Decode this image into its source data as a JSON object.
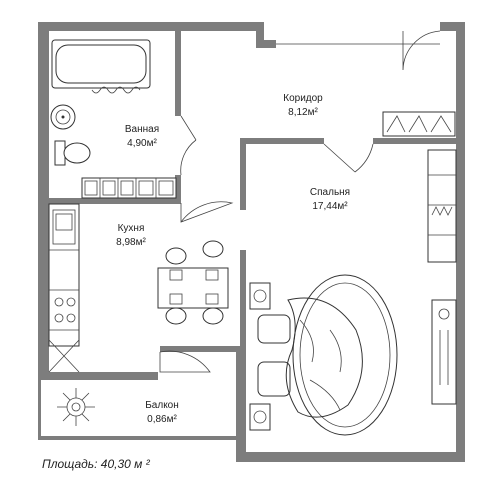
{
  "rooms": {
    "bath": {
      "name": "Ванная",
      "area": "4,90м²"
    },
    "corridor": {
      "name": "Коридор",
      "area": "8,12м²"
    },
    "bedroom": {
      "name": "Спальня",
      "area": "17,44м²"
    },
    "kitchen": {
      "name": "Кухня",
      "area": "8,98м²"
    },
    "balcony": {
      "name": "Балкон",
      "area": "0,86м²"
    }
  },
  "total_area": "Площадь: 40,30 м ²"
}
